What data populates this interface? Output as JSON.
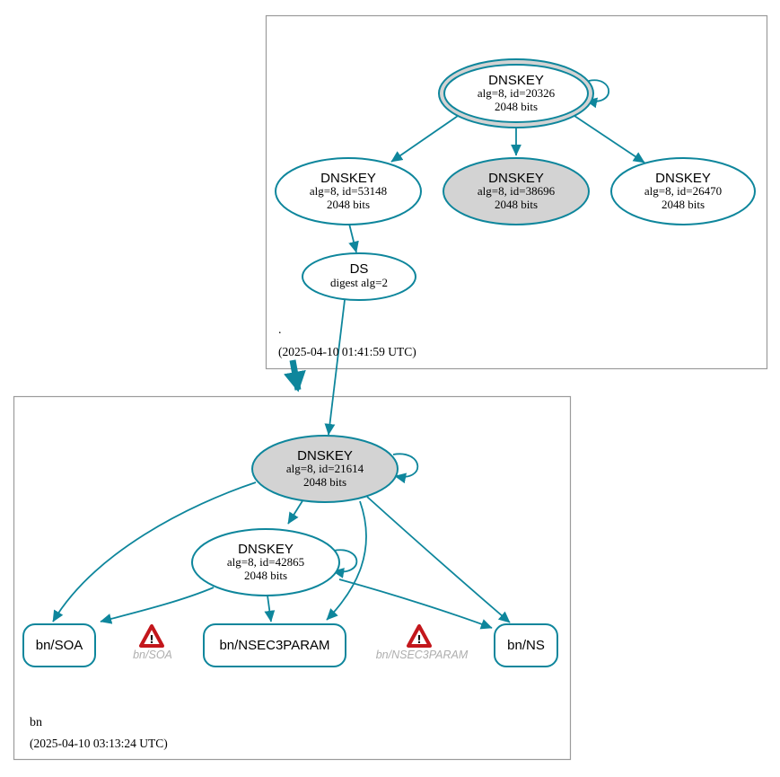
{
  "root_zone": {
    "label": ".",
    "timestamp": "(2025-04-10 01:41:59 UTC)",
    "ksk": {
      "title": "DNSKEY",
      "detail": "alg=8, id=20326",
      "bits": "2048 bits"
    },
    "keys": [
      {
        "title": "DNSKEY",
        "detail": "alg=8, id=53148",
        "bits": "2048 bits"
      },
      {
        "title": "DNSKEY",
        "detail": "alg=8, id=38696",
        "bits": "2048 bits"
      },
      {
        "title": "DNSKEY",
        "detail": "alg=8, id=26470",
        "bits": "2048 bits"
      }
    ],
    "ds": {
      "title": "DS",
      "detail": "digest alg=2"
    }
  },
  "bn_zone": {
    "label": "bn",
    "timestamp": "(2025-04-10 03:13:24 UTC)",
    "ksk": {
      "title": "DNSKEY",
      "detail": "alg=8, id=21614",
      "bits": "2048 bits"
    },
    "zsk": {
      "title": "DNSKEY",
      "detail": "alg=8, id=42865",
      "bits": "2048 bits"
    },
    "rrsets": [
      {
        "label": "bn/SOA"
      },
      {
        "label": "bn/NSEC3PARAM"
      },
      {
        "label": "bn/NS"
      }
    ],
    "warnings": [
      {
        "label": "bn/SOA"
      },
      {
        "label": "bn/NSEC3PARAM"
      }
    ]
  },
  "icons": {
    "warning_glyph": "!"
  },
  "colors": {
    "edge": "#0e869c",
    "ksk_fill": "#d3d3d3",
    "node_fill": "#ffffff",
    "zone_border": "#9b9b9b",
    "warning_red": "#c3171c",
    "warning_label": "#aeaeae"
  }
}
